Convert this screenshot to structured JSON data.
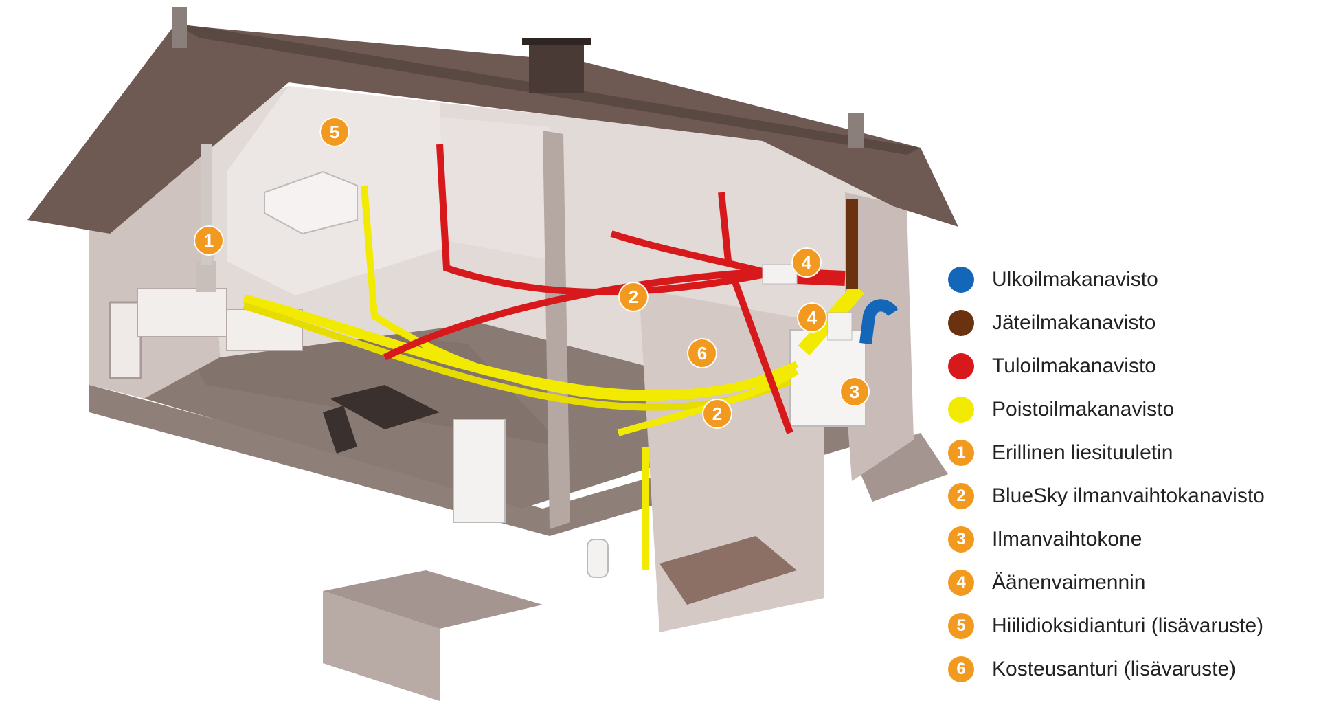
{
  "colors": {
    "outdoor_air": "#1466b8",
    "exhaust_air": "#6b3210",
    "supply_air": "#d7191c",
    "extract_air": "#f2ea00",
    "marker": "#f29a1f",
    "roof": "#6e5a52",
    "wall": "#cfc3bf",
    "floor": "#8a7a74"
  },
  "markers": [
    {
      "id": "m1",
      "label": "1"
    },
    {
      "id": "m2a",
      "label": "2"
    },
    {
      "id": "m2b",
      "label": "2"
    },
    {
      "id": "m3",
      "label": "3"
    },
    {
      "id": "m4a",
      "label": "4"
    },
    {
      "id": "m4b",
      "label": "4"
    },
    {
      "id": "m5",
      "label": "5"
    },
    {
      "id": "m6",
      "label": "6"
    }
  ],
  "legend": [
    {
      "marker": "",
      "label": "Ulkoilmakanavisto",
      "color": "#1466b8"
    },
    {
      "marker": "",
      "label": "Jäteilmakanavisto",
      "color": "#6b3210"
    },
    {
      "marker": "",
      "label": "Tuloilmakanavisto",
      "color": "#d7191c"
    },
    {
      "marker": "",
      "label": "Poistoilmakanavisto",
      "color": "#f2ea00"
    },
    {
      "marker": "1",
      "label": "Erillinen liesituuletin",
      "color": "#f29a1f"
    },
    {
      "marker": "2",
      "label": "BlueSky ilmanvaihtokanavisto",
      "color": "#f29a1f"
    },
    {
      "marker": "3",
      "label": "Ilmanvaihtokone",
      "color": "#f29a1f"
    },
    {
      "marker": "4",
      "label": "Äänenvaimennin",
      "color": "#f29a1f"
    },
    {
      "marker": "5",
      "label": "Hiilidioksidianturi (lisävaruste)",
      "color": "#f29a1f"
    },
    {
      "marker": "6",
      "label": "Kosteusanturi (lisävaruste)",
      "color": "#f29a1f"
    }
  ]
}
